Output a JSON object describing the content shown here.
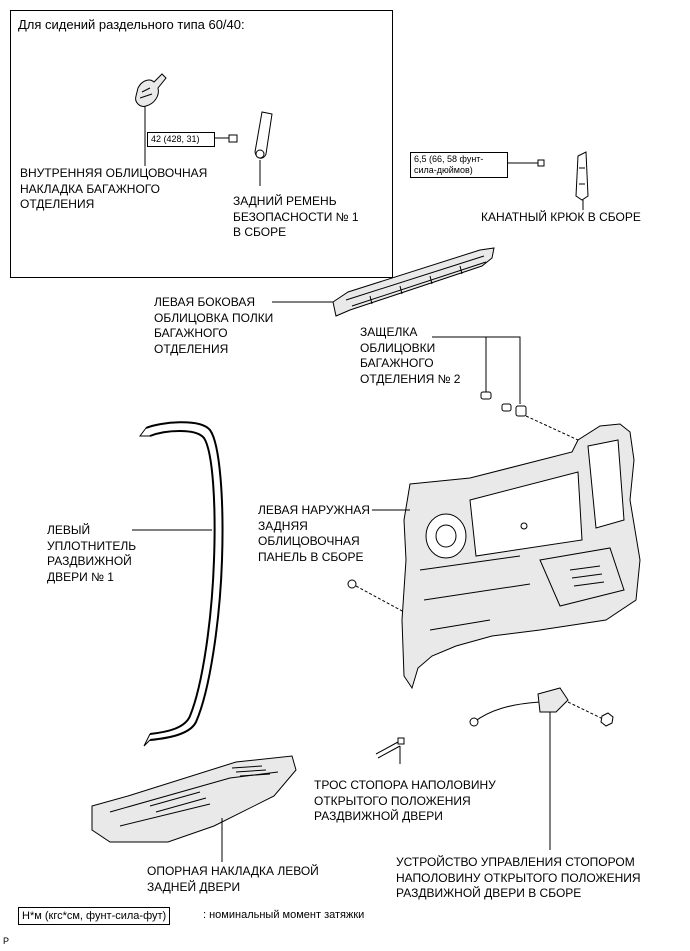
{
  "inset": {
    "title": "Для сидений раздельного типа 60/40:",
    "torque_42": "42 (428, 31)",
    "label_inner_trim": "ВНУТРЕННЯЯ ОБЛИЦОВОЧНАЯ\nНАКЛАДКА БАГАЖНОГО\nОТДЕЛЕНИЯ",
    "label_seat_belt": "ЗАДНИЙ РЕМЕНЬ\nБЕЗОПАСНОСТИ № 1\nВ СБОРЕ"
  },
  "labels": {
    "torque_6_5": "6,5 (66, 58 фунт-\nсила-дюймов)",
    "rope_hook": "КАНАТНЫЙ КРЮК В СБОРЕ",
    "deck_trim_side": "ЛЕВАЯ БОКОВАЯ\nОБЛИЦОВКА ПОЛКИ\nБАГАЖНОГО\nОТДЕЛЕНИЯ",
    "trim_clip": "ЗАЩЕЛКА\nОБЛИЦОВКИ\nБАГАЖНОГО\nОТДЕЛЕНИЯ № 2",
    "weatherstrip": "ЛЕВЫЙ\nУПЛОТНИТЕЛЬ\nРАЗДВИЖНОЙ\nДВЕРИ № 1",
    "quarter_trim": "ЛЕВАЯ НАРУЖНАЯ\nЗАДНЯЯ\nОБЛИЦОВОЧНАЯ\nПАНЕЛЬ В СБОРЕ",
    "stopper_cable": "ТРОС СТОПОРА НАПОЛОВИНУ\nОТКРЫТОГО ПОЛОЖЕНИЯ\nРАЗДВИЖНОЙ ДВЕРИ",
    "scuff_plate": "ОПОРНАЯ НАКЛАДКА ЛЕВОЙ\nЗАДНЕЙ ДВЕРИ",
    "stopper_control": "УСТРОЙСТВО УПРАВЛЕНИЯ СТОПОРОМ\nНАПОЛОВИНУ ОТКРЫТОГО ПОЛОЖЕНИЯ\nРАЗДВИЖНОЙ ДВЕРИ В СБОРЕ"
  },
  "legend": {
    "unit": "Н*м (кгс*см, фунт-сила-фут)",
    "meaning": ": номинальный момент затяжки"
  },
  "corner_mark": "P"
}
